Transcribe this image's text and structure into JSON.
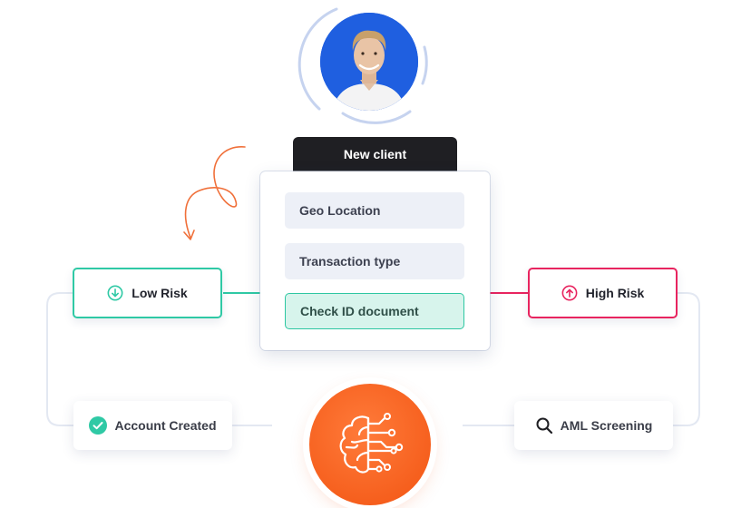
{
  "header": {
    "label": "New client"
  },
  "checks": [
    {
      "label": "Geo Location"
    },
    {
      "label": "Transaction type"
    },
    {
      "label": "Check ID document"
    }
  ],
  "risk": {
    "low": {
      "label": "Low Risk"
    },
    "high": {
      "label": "High Risk"
    }
  },
  "outcomes": {
    "account": {
      "label": "Account Created"
    },
    "aml": {
      "label": "AML Screening"
    }
  },
  "colors": {
    "low_risk": "#2fc9a5",
    "high_risk": "#e8245f",
    "ai_orange": "#f25412",
    "avatar_bg": "#1f5fe0",
    "header_bg": "#1f1f23"
  },
  "icons": {
    "low": "arrow-down-circle-icon",
    "high": "arrow-up-circle-icon",
    "account": "check-circle-icon",
    "aml": "search-icon",
    "ai": "ai-brain-icon",
    "avatar": "user-avatar"
  }
}
